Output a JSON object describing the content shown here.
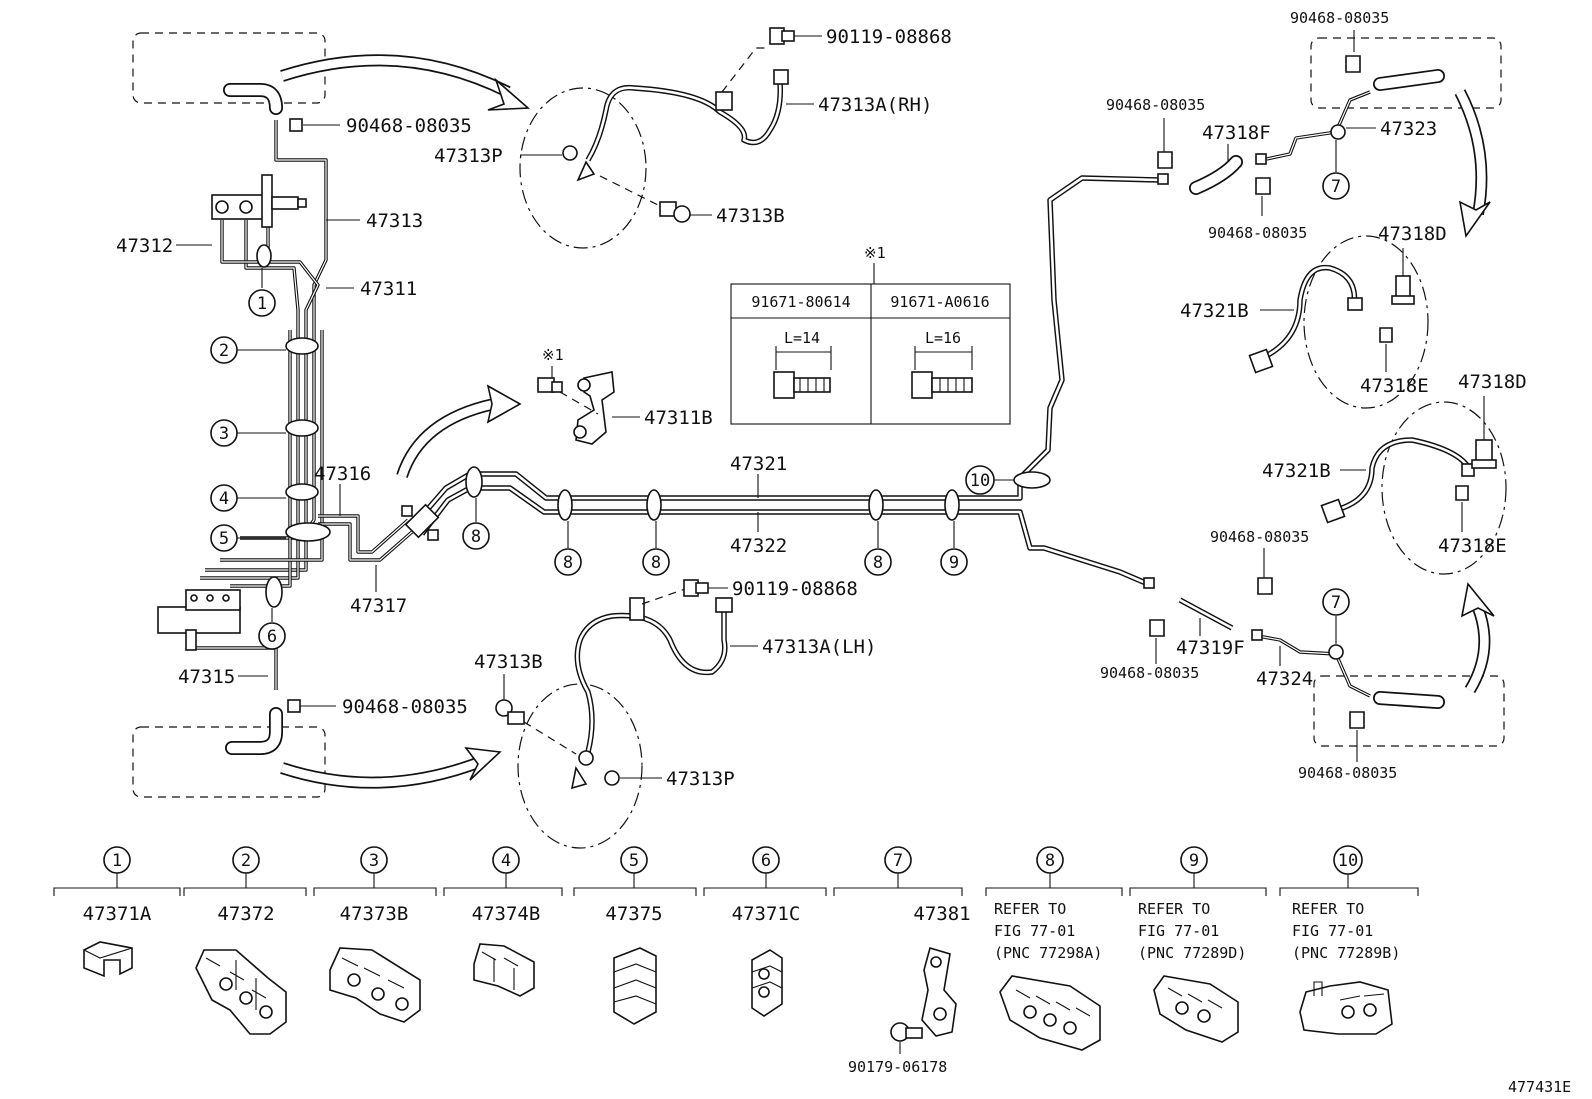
{
  "callouts": {
    "c_90119_08868_top": "90119-08868",
    "c_47313A_RH": "47313A(RH)",
    "c_47313P_top": "47313P",
    "c_47313B_top": "47313B",
    "c_90468_top_left": "90468-08035",
    "c_47313": "47313",
    "c_47312": "47312",
    "c_47311": "47311",
    "c_47316": "47316",
    "c_47317": "47317",
    "c_47315": "47315",
    "c_90468_bottom_left": "90468-08035",
    "c_47311B": "47311B",
    "c_ref1_small": "※1",
    "c_47321": "47321",
    "c_47322": "47322",
    "c_90119_08868_bottom": "90119-08868",
    "c_47313A_LH": "47313A(LH)",
    "c_47313B_bottom": "47313B",
    "c_47313P_bottom": "47313P",
    "c_ref1_table": "※1",
    "c_90468_top_right": "90468-08035",
    "c_90468_mid_right": "90468-08035",
    "c_47318F": "47318F",
    "c_47323": "47323",
    "c_90468_below_47318F": "90468-08035",
    "c_47318D_upper": "47318D",
    "c_47321B_upper": "47321B",
    "c_47318E_upper": "47318E",
    "c_47318D_lower": "47318D",
    "c_47321B_lower": "47321B",
    "c_47318E_lower": "47318E",
    "c_90468_above_47324": "90468-08035",
    "c_47319F": "47319F",
    "c_90468_left_47319F": "90468-08035",
    "c_47324": "47324",
    "c_90468_bottom_right": "90468-08035",
    "c_47381_bolt": "90179-06178",
    "c_figure_id": "477431E"
  },
  "marks": {
    "m1": "1",
    "m2": "2",
    "m3": "3",
    "m4": "4",
    "m5": "5",
    "m6": "6",
    "m7": "7",
    "m8": "8",
    "m9": "9",
    "m10": "10"
  },
  "bolt_table": {
    "col1_part": "91671-80614",
    "col2_part": "91671-A0616",
    "col1_length": "L=14",
    "col2_length": "L=16"
  },
  "clip_legend": [
    {
      "mark": "1",
      "part": "47371A"
    },
    {
      "mark": "2",
      "part": "47372"
    },
    {
      "mark": "3",
      "part": "47373B"
    },
    {
      "mark": "4",
      "part": "47374B"
    },
    {
      "mark": "5",
      "part": "47375"
    },
    {
      "mark": "6",
      "part": "47371C"
    },
    {
      "mark": "7",
      "part": "47381"
    },
    {
      "mark": "8",
      "lines": [
        "REFER TO",
        "FIG 77-01",
        "(PNC 77298A)"
      ]
    },
    {
      "mark": "9",
      "lines": [
        "REFER TO",
        "FIG 77-01",
        "(PNC 77289D)"
      ]
    },
    {
      "mark": "10",
      "lines": [
        "REFER TO",
        "FIG 77-01",
        "(PNC 77289B)"
      ]
    }
  ]
}
